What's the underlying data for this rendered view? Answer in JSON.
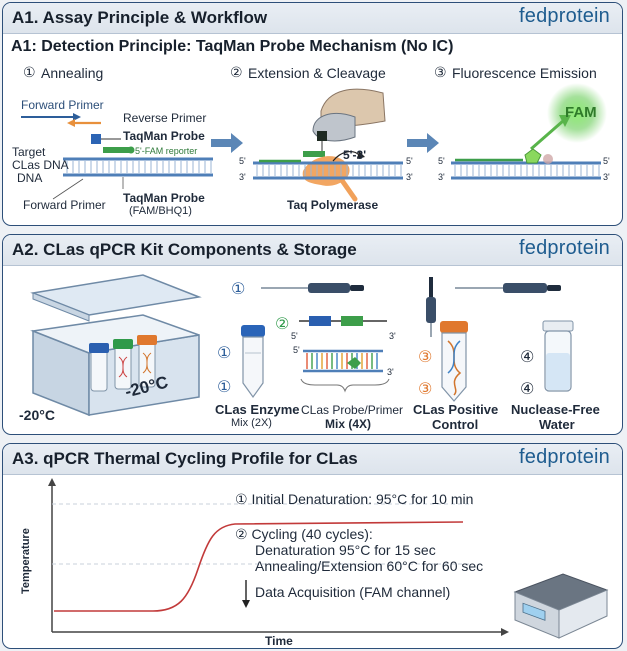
{
  "brand": "fedprotein",
  "a1": {
    "header": "A1. Assay Principle & Workflow",
    "subtitle": "A1: Detection Principle: TaqMan Probe Mechanism (No IC)",
    "steps": [
      {
        "number": "①",
        "label": "Annealing"
      },
      {
        "number": "②",
        "label": "Extension & Cleavage"
      },
      {
        "number": "③",
        "label": "Fluorescence Emission"
      }
    ],
    "labels": {
      "forward_primer_top": "Forward Primer",
      "reverse_primer": "Reverse Primer",
      "taqman_probe": "TaqMan Probe",
      "fam_reporter": "5'-FAM reporter",
      "target_line1": "Target",
      "target_line2": "CLas DNA",
      "target_line3": "DNA",
      "forward_primer_bottom": "Forward Primer",
      "taqman_probe_bottom": "TaqMan Probe",
      "taqman_probe_dyes": "(FAM/BHQ1)",
      "direction": "5'-3'",
      "taq_polymerase": "Taq Polymerase",
      "fam": "FAM",
      "end_5": "5'",
      "end_3": "3'"
    }
  },
  "a2": {
    "header": "A2. CLas qPCR Kit Components & Storage",
    "temp_box": "-20°C",
    "temp_outside": "-20°C",
    "markers": {
      "one": "①",
      "two": "②",
      "three": "③",
      "four": "④"
    },
    "ends": {
      "five": "5'",
      "three": "3'"
    },
    "components": [
      {
        "line1": "CLas Enzyme",
        "line2": "Mix (2X)"
      },
      {
        "line1": "CLas Probe/Primer",
        "line2": "Mix (4X)"
      },
      {
        "line1": "CLas Positive",
        "line2": "Control"
      },
      {
        "line1": "Nuclease-Free",
        "line2": "Water"
      }
    ]
  },
  "a3": {
    "header": "A3. qPCR Thermal Cycling Profile for CLas",
    "ylabel": "Temperature",
    "xlabel": "Time",
    "step1": "① Initial Denaturation: 95°C for 10 min",
    "step2": "② Cycling (40 cycles):",
    "step2a": "Denaturation 95°C for 15 sec",
    "step2b": "Annealing/Extension 60°C for 60 sec",
    "step3": "Data Acquisition (FAM channel)"
  },
  "colors": {
    "panel_border": "#2d4f79",
    "brand": "#1e5c8f",
    "dna_blue": "#4f7fb8",
    "dna_green": "#3d9e4a",
    "polymerase": "#f1a15a",
    "fam_green": "#5cc84a",
    "curve": "#c23a3a",
    "arrow": "#5b86b6"
  }
}
